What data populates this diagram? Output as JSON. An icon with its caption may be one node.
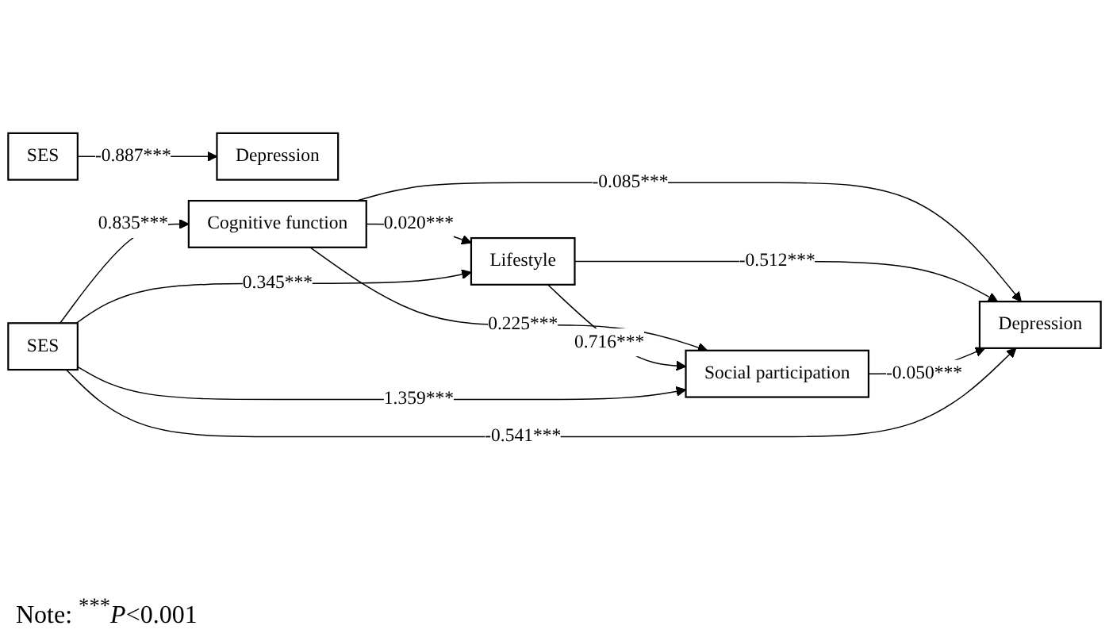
{
  "diagram": {
    "nodes": [
      {
        "text": [
          "SES"
        ]
      },
      {
        "text": [
          "Depression"
        ]
      },
      {
        "text": [
          "Cognitive function"
        ]
      },
      {
        "text": [
          "SES"
        ]
      },
      {
        "text": [
          "Lifestyle"
        ]
      },
      {
        "text": [
          "Depression"
        ]
      },
      {
        "text": [
          "Social participation"
        ]
      }
    ],
    "edges": [
      {
        "from": 0,
        "to": 1,
        "arrow": "to",
        "label": "-0.887***"
      },
      {
        "from": 3,
        "to": 2,
        "arrow": "to",
        "label": "0.835***"
      },
      {
        "from": 2,
        "to": 4,
        "arrow": "to",
        "label": "0.020***"
      },
      {
        "from": 3,
        "to": 4,
        "arrow": "to",
        "label": "0.345***"
      },
      {
        "from": 2,
        "to": 6,
        "arrow": "to",
        "label": "0.225***"
      },
      {
        "from": 2,
        "to": 5,
        "arrow": "to",
        "label": "-0.085***"
      },
      {
        "from": 4,
        "to": 5,
        "arrow": "to",
        "label": "-0.512***"
      },
      {
        "from": 4,
        "to": 6,
        "arrow": "to",
        "label": "0.716***"
      },
      {
        "from": 3,
        "to": 6,
        "arrow": "to",
        "label": "1.359***"
      },
      {
        "from": 6,
        "to": 5,
        "arrow": "to",
        "label": "-0.050***"
      },
      {
        "from": 3,
        "to": 5,
        "arrow": "to",
        "label": "-0.541***"
      }
    ],
    "labels": [
      "Note: $^{***}$*P*<0.001"
    ]
  }
}
